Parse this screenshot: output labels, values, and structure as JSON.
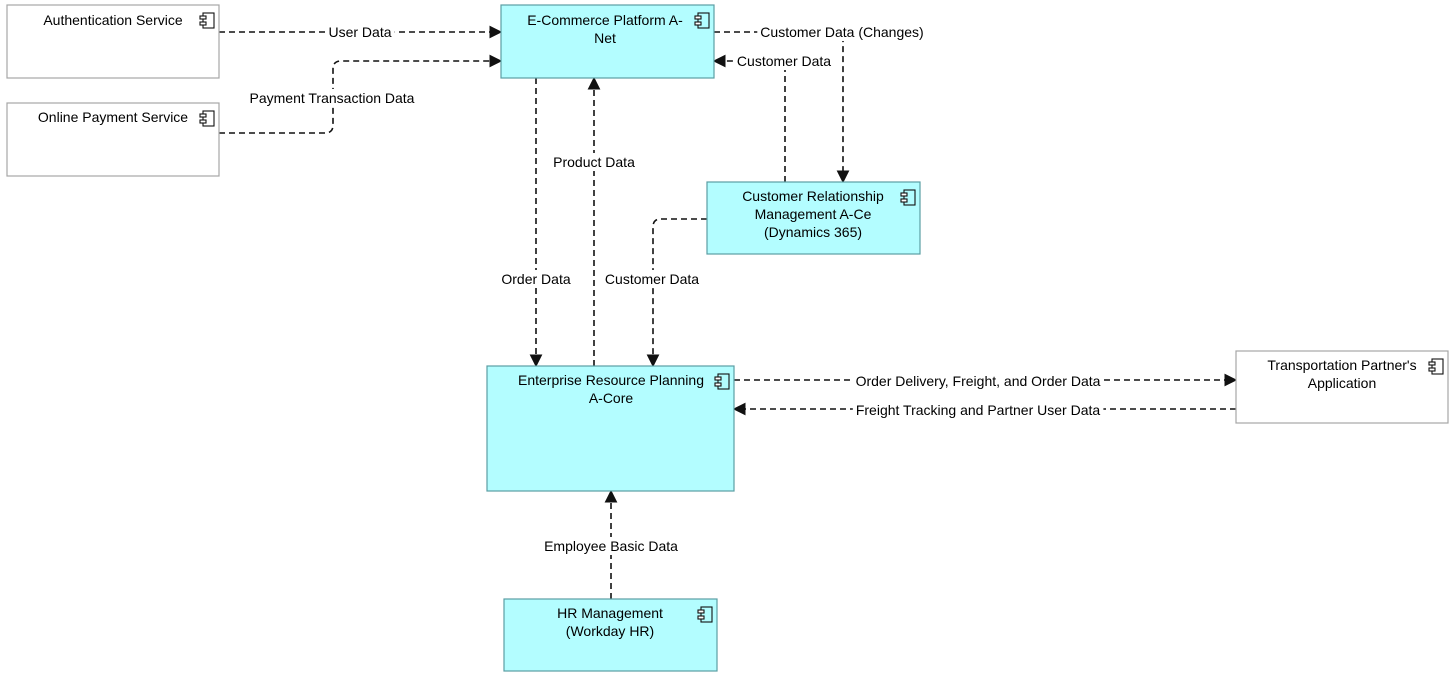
{
  "colors": {
    "app_fill": "#b3fdff",
    "external_fill": "#ffffff",
    "app_stroke": "#5a9ea4",
    "external_stroke": "#a6a6a6",
    "line": "#111111"
  },
  "nodes": [
    {
      "id": "auth",
      "name": "authentication-service-node",
      "lines": [
        "Authentication Service"
      ],
      "kind": "external",
      "icon": "component-icon"
    },
    {
      "id": "payment",
      "name": "online-payment-service-node",
      "lines": [
        "Online Payment Service"
      ],
      "kind": "external",
      "icon": "component-icon"
    },
    {
      "id": "ecom",
      "name": "ecommerce-platform-node",
      "lines": [
        "E-Commerce Platform A-",
        "Net"
      ],
      "kind": "app",
      "icon": "component-icon"
    },
    {
      "id": "crm",
      "name": "crm-node",
      "lines": [
        "Customer Relationship",
        "Management A-Ce",
        "(Dynamics 365)"
      ],
      "kind": "app",
      "icon": "component-icon"
    },
    {
      "id": "erp",
      "name": "erp-node",
      "lines": [
        "Enterprise Resource Planning",
        "A-Core"
      ],
      "kind": "app",
      "icon": "component-icon"
    },
    {
      "id": "transport",
      "name": "transportation-partner-node",
      "lines": [
        "Transportation Partner's",
        "Application"
      ],
      "kind": "external",
      "icon": "component-icon"
    },
    {
      "id": "hr",
      "name": "hr-management-node",
      "lines": [
        "HR Management",
        "(Workday HR)"
      ],
      "kind": "app",
      "icon": "component-icon"
    }
  ],
  "edges": [
    {
      "id": "e1",
      "name": "edge-user-data",
      "label": "User Data"
    },
    {
      "id": "e2",
      "name": "edge-payment-transaction-data",
      "label": "Payment Transaction Data"
    },
    {
      "id": "e3",
      "name": "edge-customer-data-changes",
      "label": "Customer Data (Changes)"
    },
    {
      "id": "e4",
      "name": "edge-customer-data-crm-to-ecom",
      "label": "Customer Data"
    },
    {
      "id": "e5",
      "name": "edge-order-data",
      "label": "Order Data"
    },
    {
      "id": "e6",
      "name": "edge-product-data",
      "label": "Product Data"
    },
    {
      "id": "e7",
      "name": "edge-customer-data-crm-to-erp",
      "label": "Customer Data"
    },
    {
      "id": "e8",
      "name": "edge-order-delivery",
      "label": "Order Delivery, Freight, and Order Data"
    },
    {
      "id": "e9",
      "name": "edge-freight-tracking",
      "label": "Freight Tracking and Partner User Data"
    },
    {
      "id": "e10",
      "name": "edge-employee-basic-data",
      "label": "Employee Basic Data"
    }
  ]
}
